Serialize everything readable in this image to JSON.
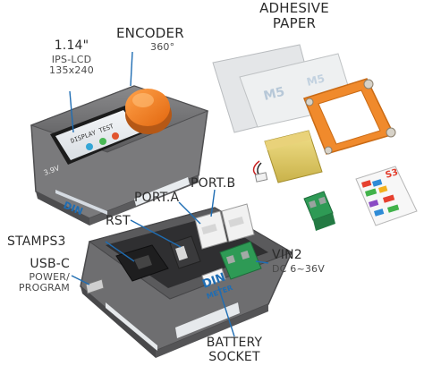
{
  "labels": {
    "adhesive": [
      "ADHESIVE",
      "PAPER"
    ],
    "encoder": "ENCODER",
    "encoder_angle": "360°",
    "lcd": [
      "1.14\"",
      "IPS-LCD",
      "135x240"
    ],
    "port_b": "PORT.B",
    "port_a": "PORT.A",
    "rst": "RST",
    "stamps3": "STAMPS3",
    "usbc": [
      "USB-C",
      "POWER/",
      "PROGRAM"
    ],
    "vin2": "VIN2",
    "vin2_range": "DC 6~36V",
    "battery": [
      "BATTERY",
      "SOCKET"
    ]
  },
  "screen": {
    "title": "DISPLAY TEST",
    "voltage": "3.9V"
  },
  "device_marks": {
    "din": "DIN",
    "meter": "METER"
  },
  "paper_marks": {
    "logo": "M5",
    "sticker_code": "S3"
  },
  "colors": {
    "case_grey": "#6e6e70",
    "knob_orange": "#f47b1f",
    "terminal_green": "#2e9a55",
    "frame_orange": "#f08a2c",
    "label_blue": "#1f6db3"
  }
}
